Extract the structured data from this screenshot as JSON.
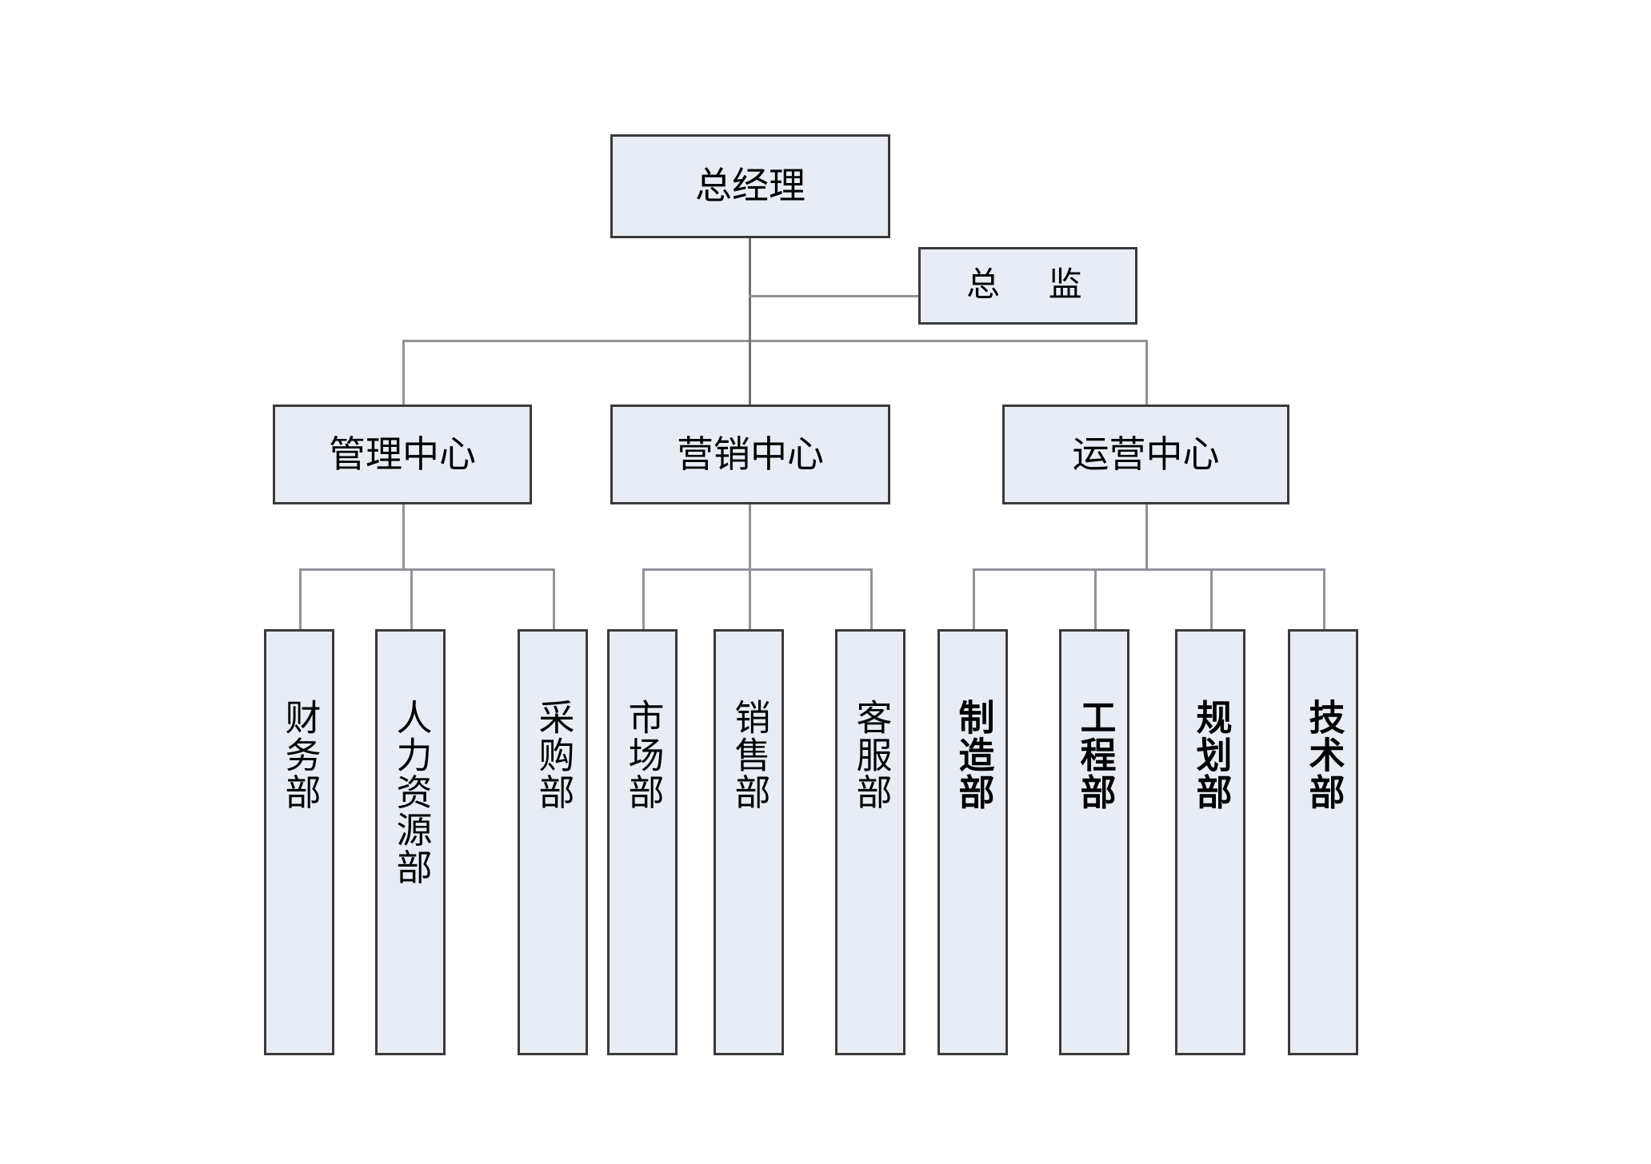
{
  "chart": {
    "title": "",
    "type": "org-chart",
    "palette": {
      "node_fill": "#e8edf5",
      "node_border": "#3a3a3a",
      "connector": "#8f9398",
      "background": "#ffffff",
      "text": "#000000"
    },
    "top": {
      "label": "总经理",
      "role": "general-manager"
    },
    "director": {
      "label": "总　监",
      "role": "director"
    },
    "centers": [
      {
        "label": "管理中心",
        "role": "management-center"
      },
      {
        "label": "营销中心",
        "role": "marketing-center"
      },
      {
        "label": "运营中心",
        "role": "operations-center"
      }
    ],
    "departments": [
      {
        "label": "财务部",
        "parent": "管理中心",
        "bold": false
      },
      {
        "label": "人力资源部",
        "parent": "管理中心",
        "bold": false
      },
      {
        "label": "采购部",
        "parent": "管理中心",
        "bold": false
      },
      {
        "label": "市场部",
        "parent": "营销中心",
        "bold": false
      },
      {
        "label": "销售部",
        "parent": "营销中心",
        "bold": false
      },
      {
        "label": "客服部",
        "parent": "营销中心",
        "bold": false
      },
      {
        "label": "制造部",
        "parent": "运营中心",
        "bold": true
      },
      {
        "label": "工程部",
        "parent": "运营中心",
        "bold": true
      },
      {
        "label": "规划部",
        "parent": "运营中心",
        "bold": true
      },
      {
        "label": "技术部",
        "parent": "运营中心",
        "bold": true
      }
    ]
  }
}
